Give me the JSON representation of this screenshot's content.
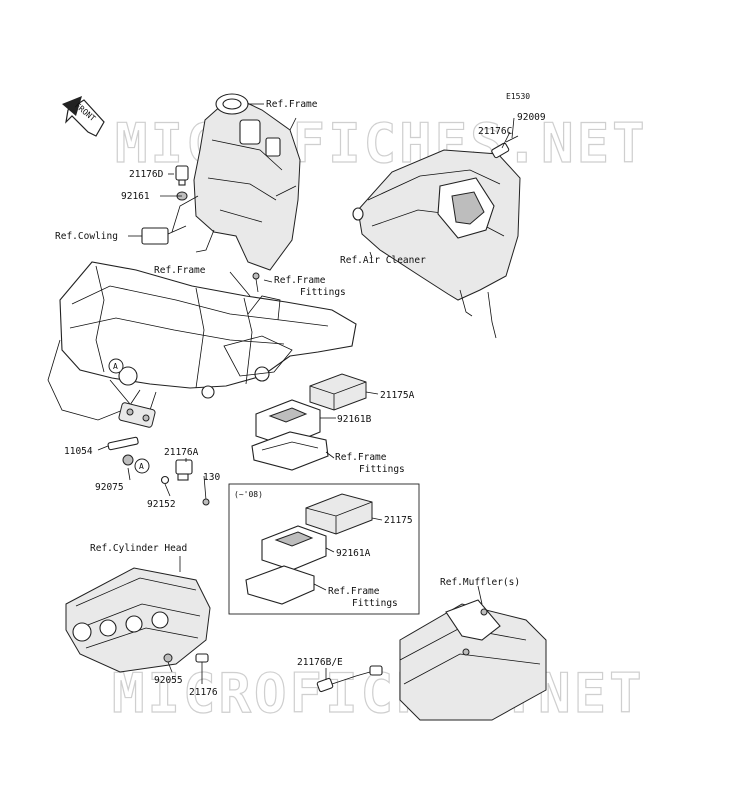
{
  "diagram_code": "E1530",
  "front_marker": "FRONT",
  "watermark_top": "MICROFICHES.NET",
  "watermark_bottom": "MICROFICHES.NET",
  "labels": {
    "ref_frame_top": "Ref.Frame",
    "p21176D": "21176D",
    "p92161": "92161",
    "ref_cowling": "Ref.Cowling",
    "p92009": "92009",
    "p21176C": "21176C",
    "ref_air_cleaner": "Ref.Air Cleaner",
    "ref_frame_mid": "Ref.Frame",
    "ref_frame_fittings_1a": "Ref.Frame",
    "ref_frame_fittings_1b": "Fittings",
    "p21175A": "21175A",
    "p92161B": "92161B",
    "ref_frame_fittings_2a": "Ref.Frame",
    "ref_frame_fittings_2b": "Fittings",
    "p11054": "11054",
    "p21176A": "21176A",
    "p130": "130",
    "p92075": "92075",
    "p92152": "92152",
    "inset_caption": "(~'08)",
    "p21175": "21175",
    "p92161A": "92161A",
    "ref_frame_fittings_3a": "Ref.Frame",
    "ref_frame_fittings_3b": "Fittings",
    "ref_cylinder_head": "Ref.Cylinder Head",
    "ref_muffler": "Ref.Muffler(s)",
    "p21176BE": "21176B/E",
    "p92055": "92055",
    "p21176": "21176",
    "marker_a1": "A",
    "marker_a2": "A"
  }
}
